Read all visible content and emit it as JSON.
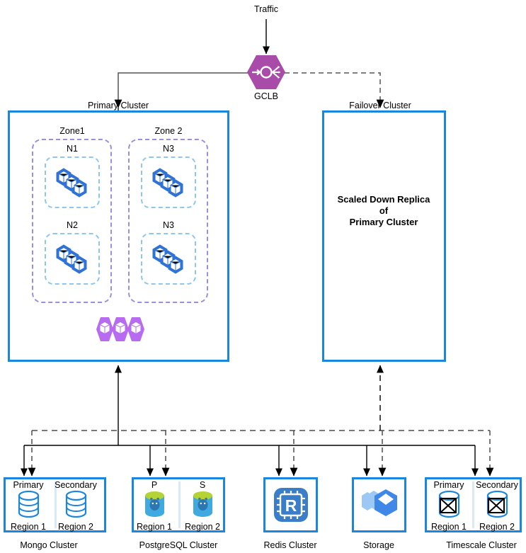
{
  "diagram": {
    "traffic_label": "Traffic",
    "gclb_label": "GCLB",
    "gclb_icon": "load-balancer-icon"
  },
  "primary_cluster": {
    "title": "Primary Cluster",
    "pods_icon": "pod-group-icon",
    "zones": [
      {
        "title": "Zone1",
        "nodes": [
          {
            "label": "N1",
            "icon": "node-boxes-icon"
          },
          {
            "label": "N2",
            "icon": "node-boxes-icon"
          }
        ]
      },
      {
        "title": "Zone 2",
        "nodes": [
          {
            "label": "N3",
            "icon": "node-boxes-icon"
          },
          {
            "label": "N3",
            "icon": "node-boxes-icon"
          }
        ]
      }
    ]
  },
  "failover_cluster": {
    "title": "Failover Cluster",
    "body_line1": "Scaled Down Replica",
    "body_line2": "of",
    "body_line3": "Primary Cluster"
  },
  "datastores": [
    {
      "name": "Mongo Cluster",
      "type": "paired",
      "icon": "mongodb-cylinder-icon",
      "left_label": "Primary",
      "right_label": "Secondary",
      "left_region": "Region 1",
      "right_region": "Region 2"
    },
    {
      "name": "PostgreSQL Cluster",
      "type": "paired",
      "icon": "postgresql-cylinder-icon",
      "left_label": "P",
      "right_label": "S",
      "left_region": "Region 1",
      "right_region": "Region 2"
    },
    {
      "name": "Redis Cluster",
      "type": "single",
      "icon": "redis-chip-icon"
    },
    {
      "name": "Storage",
      "type": "single",
      "icon": "storage-boxes-icon"
    },
    {
      "name": "Timescale Cluster",
      "type": "paired",
      "icon": "timescale-cylinder-icon",
      "left_label": "Primary",
      "right_label": "Secondary",
      "left_region": "Region 1",
      "right_region": "Region 2"
    }
  ],
  "colors": {
    "cluster_border": "#1a86e0",
    "zone_border": "#9b8ede",
    "node_border": "#8ec6ee",
    "gclb_purple": "#a94ba8",
    "pod_purple": "#b76bf0",
    "node_blue": "#2f72d8",
    "line": "#000000",
    "dashed_line": "#4d4d4d"
  }
}
